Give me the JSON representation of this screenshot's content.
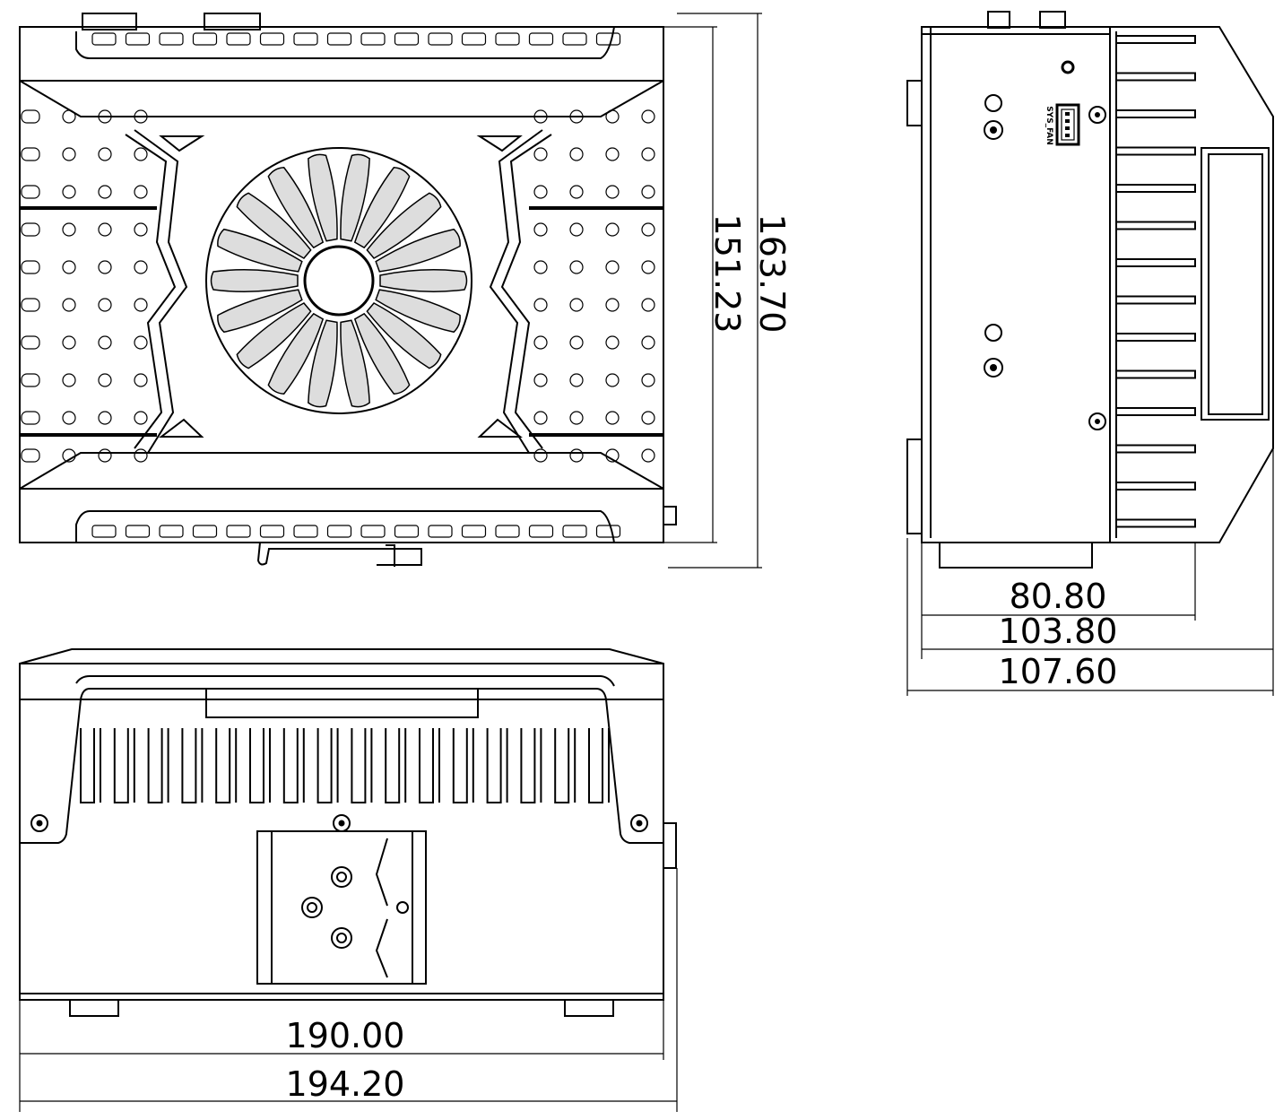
{
  "drawing": {
    "front_view": {
      "dimensions": {
        "height_inner": "151.23",
        "height_overall": "163.70"
      }
    },
    "side_view": {
      "connector_label": "SYS_FAN",
      "dimensions": {
        "depth_body": "80.80",
        "depth_with_heatsink": "103.80",
        "depth_overall": "107.60"
      }
    },
    "bottom_view": {
      "dimensions": {
        "width_body": "190.00",
        "width_overall": "194.20"
      }
    }
  }
}
